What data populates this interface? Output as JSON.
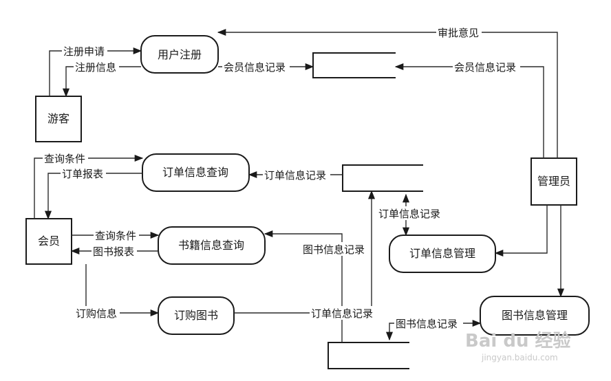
{
  "diagram": {
    "entities": {
      "visitor": "游客",
      "member": "会员",
      "admin": "管理员"
    },
    "processes": {
      "user_register": "用户注册",
      "order_query": "订单信息查询",
      "book_query": "书籍信息查询",
      "order_book": "订购图书",
      "order_manage": "订单信息管理",
      "book_manage": "图书信息管理"
    },
    "flows": {
      "register_request": "注册申请",
      "register_info": "注册信息",
      "approval": "审批意见",
      "member_record_1": "会员信息记录",
      "member_record_2": "会员信息记录",
      "query_cond_1": "查询条件",
      "order_report": "订单报表",
      "order_record_1": "订单信息记录",
      "order_record_2": "订单信息记录",
      "query_cond_2": "查询条件",
      "book_report": "图书报表",
      "book_record_1": "图书信息记录",
      "order_info": "订购信息",
      "order_record_3": "订单信息记录",
      "book_record_2": "图书信息记录"
    },
    "watermark": {
      "brand": "Bai du 经验",
      "url": "jingyan.baidu.com"
    }
  }
}
